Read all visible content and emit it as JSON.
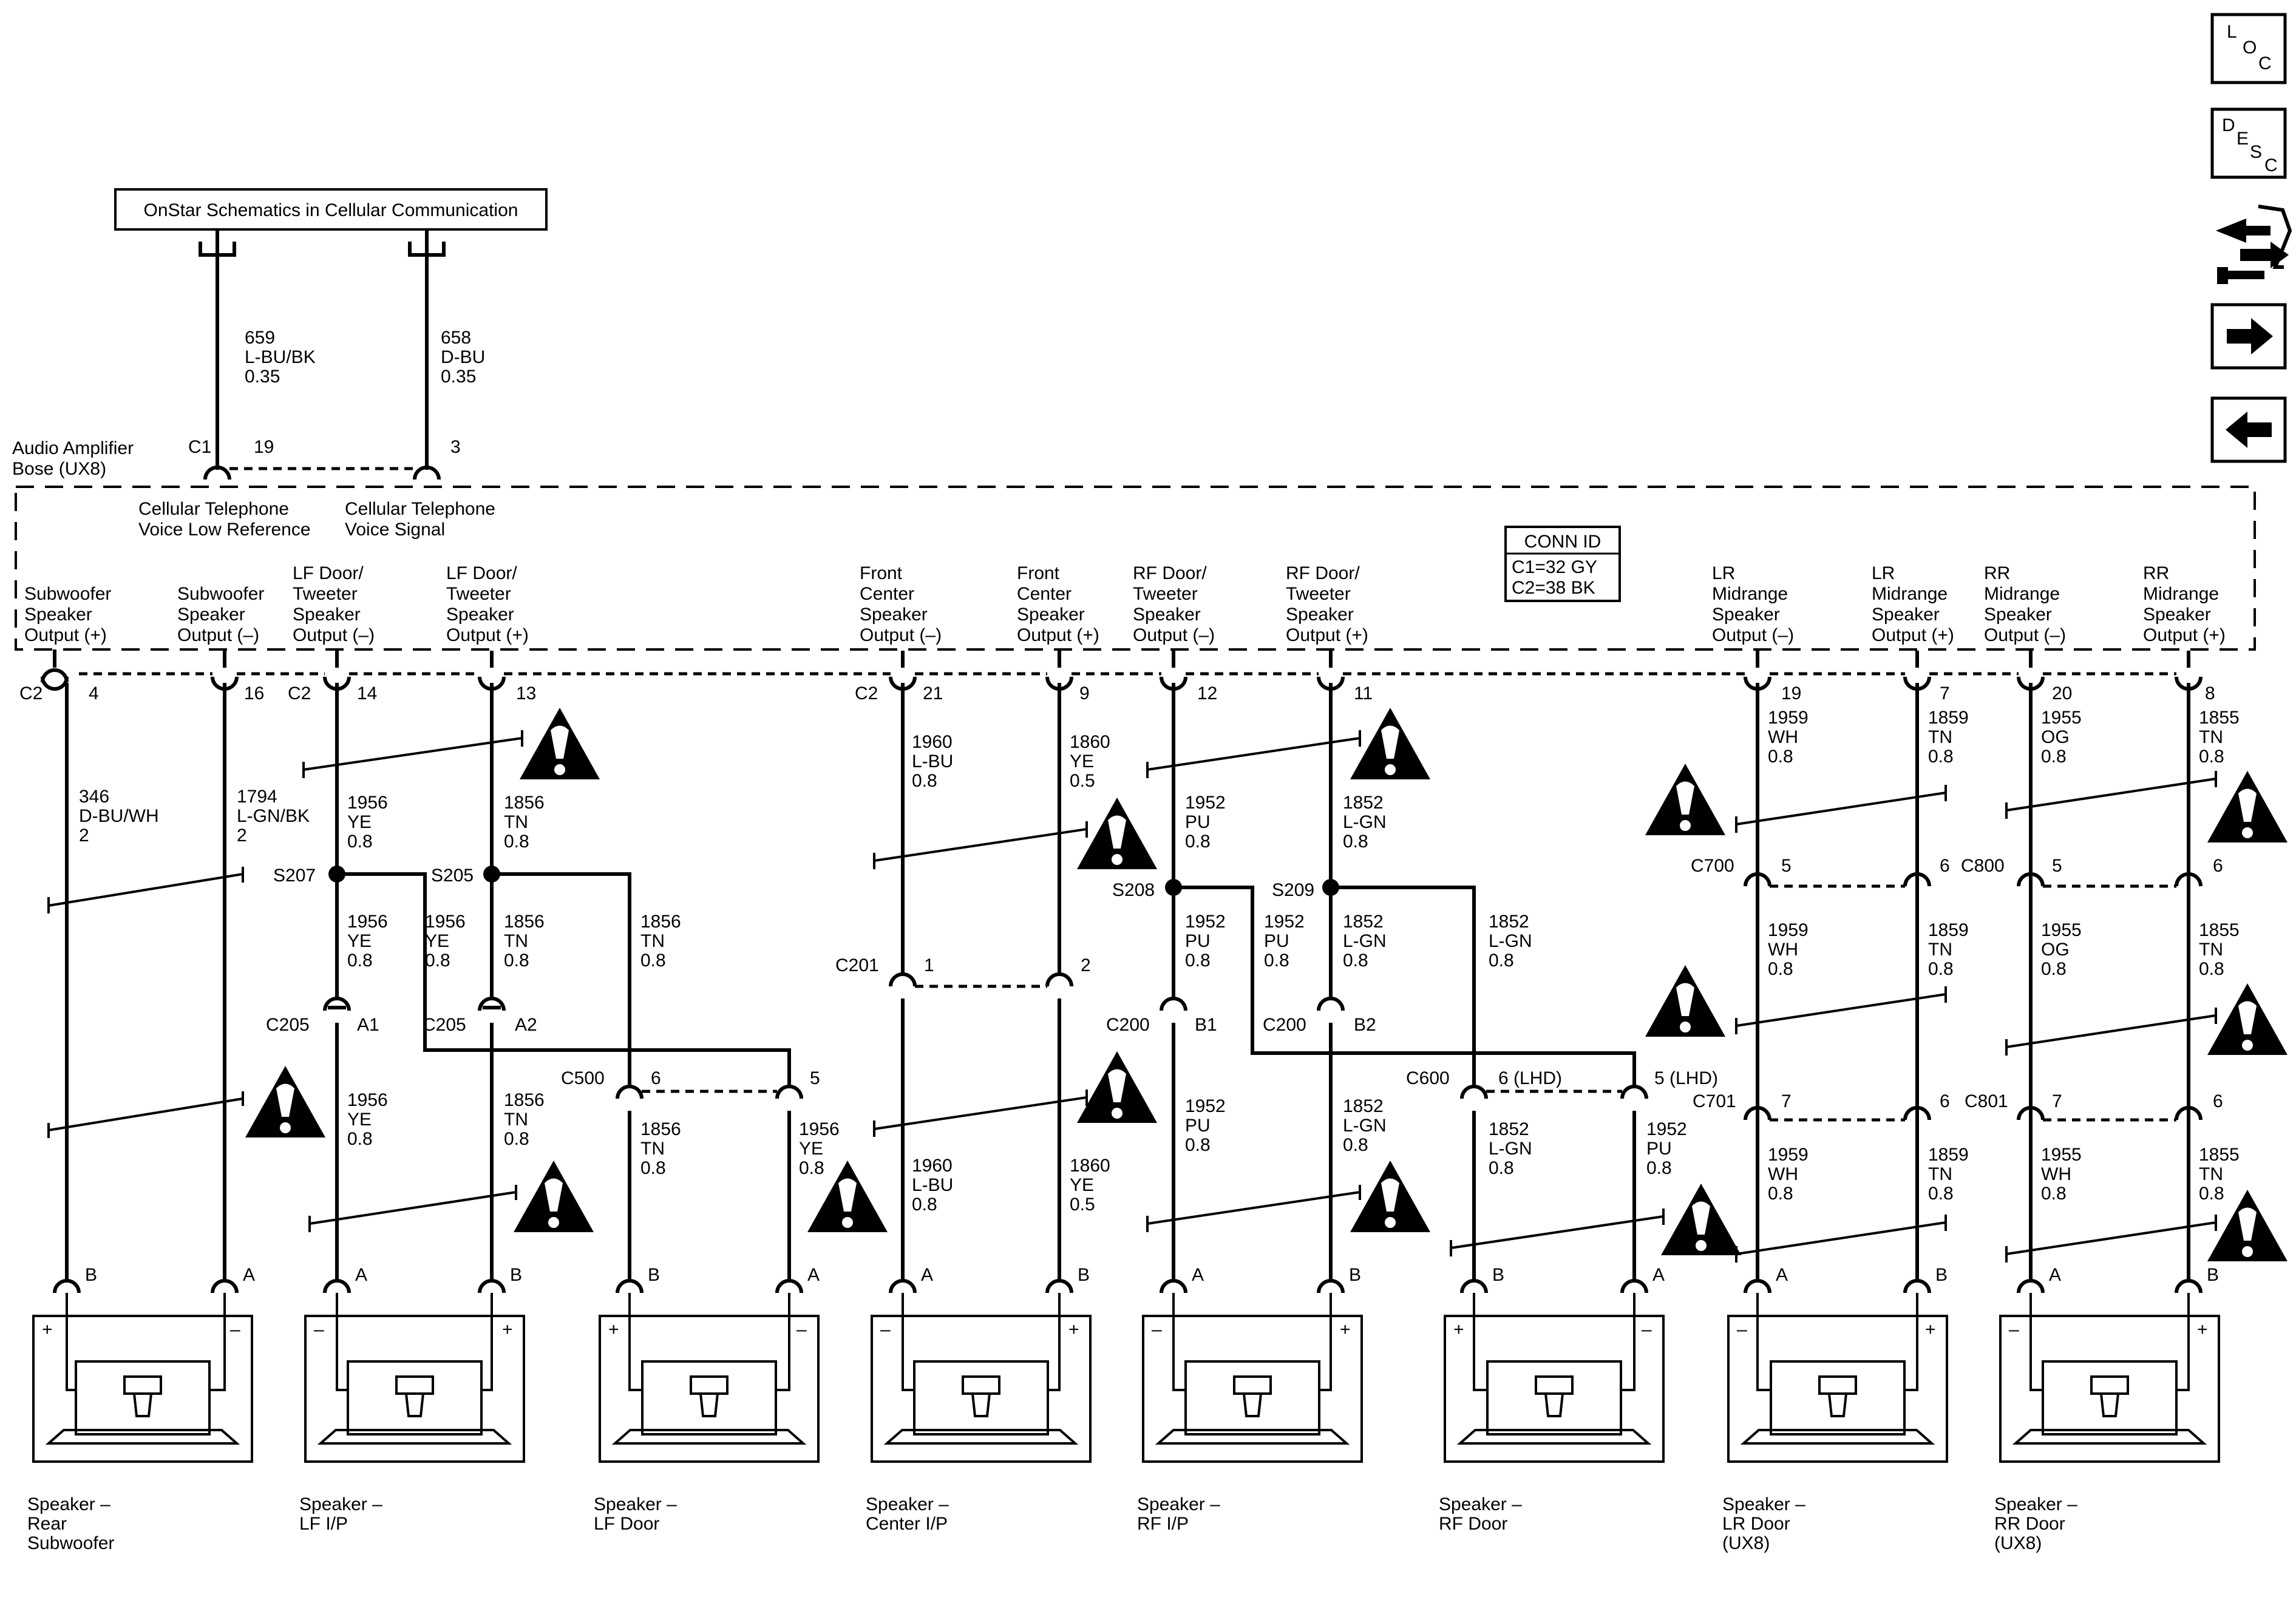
{
  "onstar_box": "OnStar Schematics in Cellular Communication",
  "amplifier": {
    "line1": "Audio Amplifier",
    "line2": "Bose (UX8)"
  },
  "cell_wires": [
    {
      "num": "659",
      "color": "L-BU/BK",
      "gauge": "0.35",
      "connector": "C1",
      "pin": "19",
      "func1": "Cellular Telephone",
      "func2": "Voice Low Reference"
    },
    {
      "num": "658",
      "color": "D-BU",
      "gauge": "0.35",
      "pin": "3",
      "func1": "Cellular Telephone",
      "func2": "Voice Signal"
    }
  ],
  "conn_id": {
    "title": "CONN ID",
    "c1": "C1=32 GY",
    "c2": "C2=38 BK"
  },
  "outputs": [
    {
      "l1": "Subwoofer",
      "l2": "Speaker",
      "l3": "Output (+)",
      "l4": "",
      "pin": "4",
      "conn": "C2"
    },
    {
      "l1": "Subwoofer",
      "l2": "Speaker",
      "l3": "Output (–)",
      "l4": "",
      "pin": "16",
      "conn": ""
    },
    {
      "l1": "LF Door/",
      "l2": "Tweeter",
      "l3": "Speaker",
      "l4": "Output (–)",
      "pin": "14",
      "conn": "C2"
    },
    {
      "l1": "LF Door/",
      "l2": "Tweeter",
      "l3": "Speaker",
      "l4": "Output (+)",
      "pin": "13",
      "conn": ""
    },
    {
      "l1": "Front",
      "l2": "Center",
      "l3": "Speaker",
      "l4": "Output (–)",
      "pin": "21",
      "conn": "C2"
    },
    {
      "l1": "Front",
      "l2": "Center",
      "l3": "Speaker",
      "l4": "Output (+)",
      "pin": "9",
      "conn": ""
    },
    {
      "l1": "RF Door/",
      "l2": "Tweeter",
      "l3": "Speaker",
      "l4": "Output (–)",
      "pin": "12",
      "conn": ""
    },
    {
      "l1": "RF Door/",
      "l2": "Tweeter",
      "l3": "Speaker",
      "l4": "Output (+)",
      "pin": "11",
      "conn": ""
    },
    {
      "l1": "LR",
      "l2": "Midrange",
      "l3": "Speaker",
      "l4": "Output (–)",
      "pin": "19",
      "conn": ""
    },
    {
      "l1": "LR",
      "l2": "Midrange",
      "l3": "Speaker",
      "l4": "Output (+)",
      "pin": "7",
      "conn": ""
    },
    {
      "l1": "RR",
      "l2": "Midrange",
      "l3": "Speaker",
      "l4": "Output (–)",
      "pin": "20",
      "conn": ""
    },
    {
      "l1": "RR",
      "l2": "Midrange",
      "l3": "Speaker",
      "l4": "Output (+)",
      "pin": "8",
      "conn": ""
    }
  ],
  "wire_labels": [
    {
      "num": "346",
      "color": "D-BU/WH",
      "gauge": "2"
    },
    {
      "num": "1794",
      "color": "L-GN/BK",
      "gauge": "2"
    },
    {
      "num": "1956",
      "color": "YE",
      "gauge": "0.8"
    },
    {
      "num": "1856",
      "color": "TN",
      "gauge": "0.8"
    },
    {
      "num": "1956",
      "color": "YE",
      "gauge": "0.8"
    },
    {
      "num": "1956",
      "color": "YE",
      "gauge": "0.8"
    },
    {
      "num": "1856",
      "color": "TN",
      "gauge": "0.8"
    },
    {
      "num": "1856",
      "color": "TN",
      "gauge": "0.8"
    },
    {
      "num": "1956",
      "color": "YE",
      "gauge": "0.8"
    },
    {
      "num": "1856",
      "color": "TN",
      "gauge": "0.8"
    },
    {
      "num": "1856",
      "color": "TN",
      "gauge": "0.8"
    },
    {
      "num": "1956",
      "color": "YE",
      "gauge": "0.8"
    },
    {
      "num": "1960",
      "color": "L-BU",
      "gauge": "0.8"
    },
    {
      "num": "1860",
      "color": "YE",
      "gauge": "0.5"
    },
    {
      "num": "1960",
      "color": "L-BU",
      "gauge": "0.8"
    },
    {
      "num": "1860",
      "color": "YE",
      "gauge": "0.5"
    },
    {
      "num": "1952",
      "color": "PU",
      "gauge": "0.8"
    },
    {
      "num": "1852",
      "color": "L-GN",
      "gauge": "0.8"
    },
    {
      "num": "1952",
      "color": "PU",
      "gauge": "0.8"
    },
    {
      "num": "1952",
      "color": "PU",
      "gauge": "0.8"
    },
    {
      "num": "1852",
      "color": "L-GN",
      "gauge": "0.8"
    },
    {
      "num": "1852",
      "color": "L-GN",
      "gauge": "0.8"
    },
    {
      "num": "1952",
      "color": "PU",
      "gauge": "0.8"
    },
    {
      "num": "1852",
      "color": "L-GN",
      "gauge": "0.8"
    },
    {
      "num": "1852",
      "color": "L-GN",
      "gauge": "0.8"
    },
    {
      "num": "1952",
      "color": "PU",
      "gauge": "0.8"
    },
    {
      "num": "1959",
      "color": "WH",
      "gauge": "0.8"
    },
    {
      "num": "1859",
      "color": "TN",
      "gauge": "0.8"
    },
    {
      "num": "1955",
      "color": "OG",
      "gauge": "0.8"
    },
    {
      "num": "1855",
      "color": "TN",
      "gauge": "0.8"
    },
    {
      "num": "1959",
      "color": "WH",
      "gauge": "0.8"
    },
    {
      "num": "1859",
      "color": "TN",
      "gauge": "0.8"
    },
    {
      "num": "1955",
      "color": "OG",
      "gauge": "0.8"
    },
    {
      "num": "1855",
      "color": "TN",
      "gauge": "0.8"
    },
    {
      "num": "1959",
      "color": "WH",
      "gauge": "0.8"
    },
    {
      "num": "1859",
      "color": "TN",
      "gauge": "0.8"
    },
    {
      "num": "1955",
      "color": "WH",
      "gauge": "0.8"
    },
    {
      "num": "1855",
      "color": "TN",
      "gauge": "0.8"
    }
  ],
  "splices": [
    "S207",
    "S205",
    "S208",
    "S209"
  ],
  "connectors": [
    {
      "name": "C205",
      "pin": "A1"
    },
    {
      "name": "C205",
      "pin": "A2"
    },
    {
      "name": "C500",
      "pin": "6"
    },
    {
      "name": "",
      "pin": "5"
    },
    {
      "name": "C201",
      "pin": "1"
    },
    {
      "name": "",
      "pin": "2"
    },
    {
      "name": "C200",
      "pin": "B1"
    },
    {
      "name": "C200",
      "pin": "B2"
    },
    {
      "name": "C600",
      "pin": "6 (LHD)"
    },
    {
      "name": "",
      "pin": "5 (LHD)"
    },
    {
      "name": "C700",
      "pin": "5"
    },
    {
      "name": "",
      "pin": "6"
    },
    {
      "name": "C800",
      "pin": "5"
    },
    {
      "name": "",
      "pin": "6"
    },
    {
      "name": "C701",
      "pin": "7"
    },
    {
      "name": "",
      "pin": "6"
    },
    {
      "name": "C801",
      "pin": "7"
    },
    {
      "name": "",
      "pin": "6"
    }
  ],
  "speakers": [
    {
      "l1": "Speaker –",
      "l2": "Rear",
      "l3": "Subwoofer",
      "lpin": "B",
      "rpin": "A",
      "lsign": "+",
      "rsign": "–"
    },
    {
      "l1": "Speaker –",
      "l2": "LF I/P",
      "l3": "",
      "lpin": "A",
      "rpin": "B",
      "lsign": "–",
      "rsign": "+"
    },
    {
      "l1": "Speaker –",
      "l2": "LF Door",
      "l3": "",
      "lpin": "B",
      "rpin": "A",
      "lsign": "+",
      "rsign": "–"
    },
    {
      "l1": "Speaker –",
      "l2": "Center I/P",
      "l3": "",
      "lpin": "A",
      "rpin": "B",
      "lsign": "–",
      "rsign": "+"
    },
    {
      "l1": "Speaker –",
      "l2": "RF I/P",
      "l3": "",
      "lpin": "A",
      "rpin": "B",
      "lsign": "–",
      "rsign": "+"
    },
    {
      "l1": "Speaker –",
      "l2": "RF Door",
      "l3": "",
      "lpin": "B",
      "rpin": "A",
      "lsign": "+",
      "rsign": "–"
    },
    {
      "l1": "Speaker –",
      "l2": "LR Door",
      "l3": "(UX8)",
      "lpin": "A",
      "rpin": "B",
      "lsign": "–",
      "rsign": "+"
    },
    {
      "l1": "Speaker –",
      "l2": "RR Door",
      "l3": "(UX8)",
      "lpin": "A",
      "rpin": "B",
      "lsign": "–",
      "rsign": "+"
    }
  ],
  "nav": {
    "loc": {
      "a": "L",
      "b": "O",
      "c": "C"
    },
    "desc": {
      "a": "D",
      "b": "E",
      "c": "S",
      "d": "C"
    }
  }
}
